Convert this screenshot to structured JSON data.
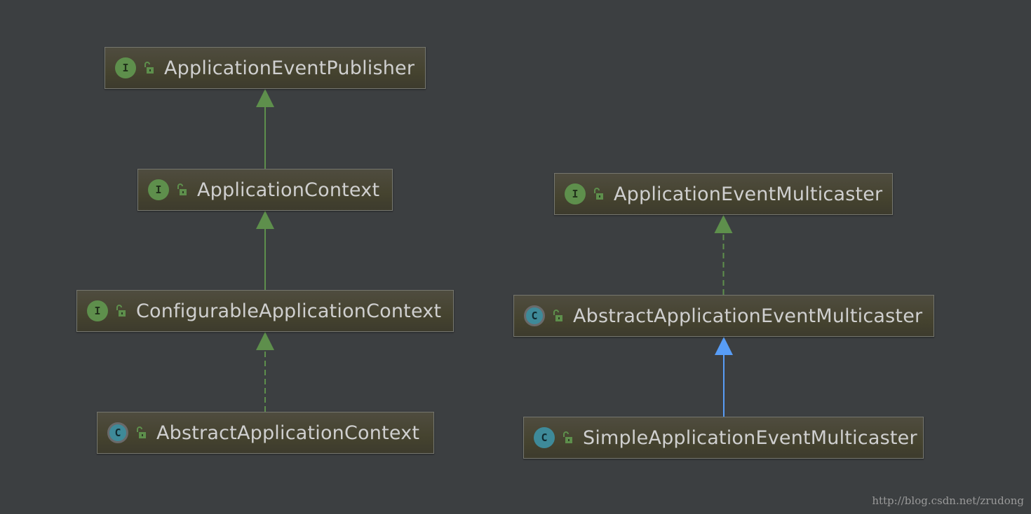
{
  "nodes": [
    {
      "id": "n1",
      "kind": "interface",
      "badge": "I",
      "label": "ApplicationEventPublisher"
    },
    {
      "id": "n2",
      "kind": "interface",
      "badge": "I",
      "label": "ApplicationContext"
    },
    {
      "id": "n3",
      "kind": "interface",
      "badge": "I",
      "label": "ConfigurableApplicationContext"
    },
    {
      "id": "n4",
      "kind": "abstract",
      "badge": "C",
      "label": "AbstractApplicationContext"
    },
    {
      "id": "n5",
      "kind": "interface",
      "badge": "I",
      "label": "ApplicationEventMulticaster"
    },
    {
      "id": "n6",
      "kind": "abstract",
      "badge": "C",
      "label": "AbstractApplicationEventMulticaster"
    },
    {
      "id": "n7",
      "kind": "class",
      "badge": "C",
      "label": "SimpleApplicationEventMulticaster"
    }
  ],
  "edges": [
    {
      "from": "n2",
      "to": "n1",
      "type": "extends",
      "style": "solid",
      "color": "#5e8f4c"
    },
    {
      "from": "n3",
      "to": "n2",
      "type": "extends",
      "style": "solid",
      "color": "#5e8f4c"
    },
    {
      "from": "n4",
      "to": "n3",
      "type": "implements",
      "style": "dashed",
      "color": "#5e8f4c"
    },
    {
      "from": "n6",
      "to": "n5",
      "type": "implements",
      "style": "dashed",
      "color": "#5e8f4c"
    },
    {
      "from": "n7",
      "to": "n6",
      "type": "extends",
      "style": "solid",
      "color": "#589df6"
    }
  ],
  "colors": {
    "background": "#3c3f41",
    "interface_badge": "#5e8f4c",
    "class_badge": "#3e8a99",
    "lock_icon": "#5e8f4c"
  },
  "watermark": "http://blog.csdn.net/zrudong"
}
